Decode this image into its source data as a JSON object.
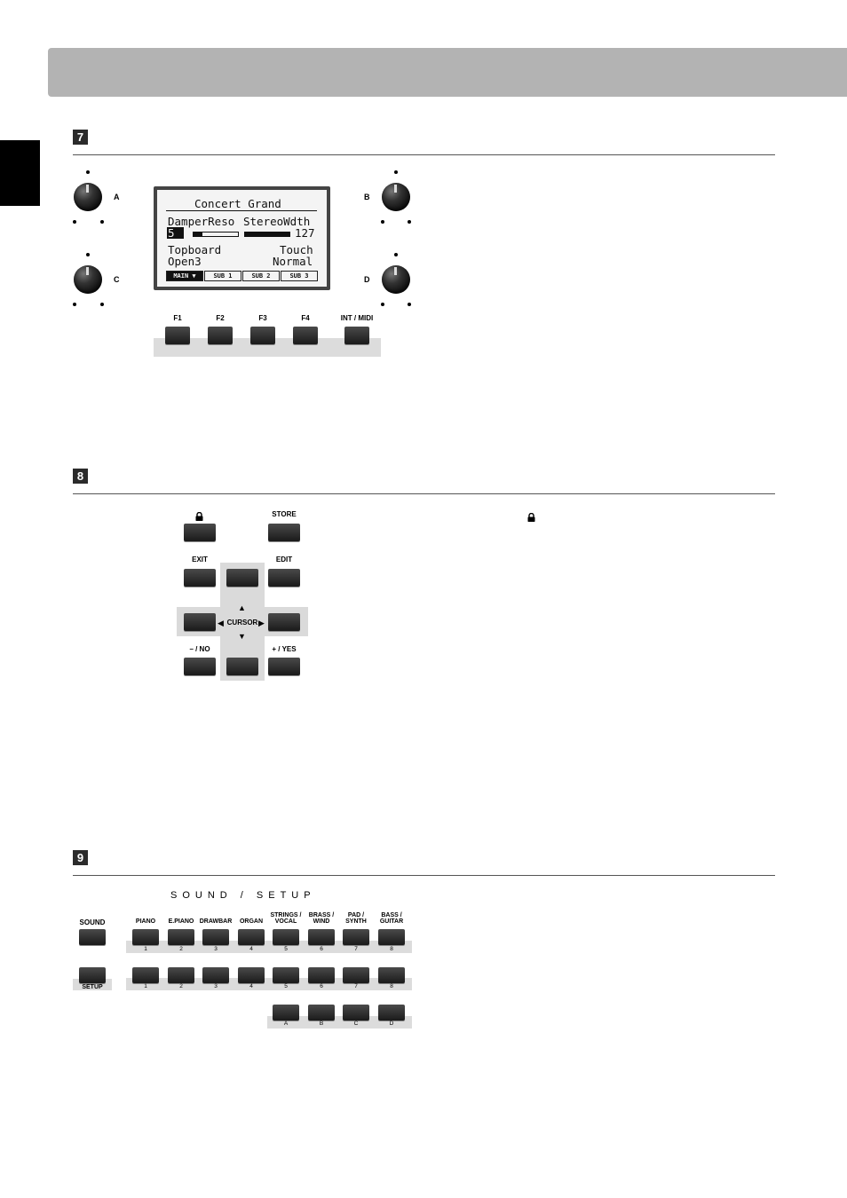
{
  "sections": {
    "s7": {
      "number": "7"
    },
    "s8": {
      "number": "8"
    },
    "s9": {
      "number": "9"
    }
  },
  "knobs": {
    "a": "A",
    "b": "B",
    "c": "C",
    "d": "D"
  },
  "lcd": {
    "title": "Concert Grand",
    "param1_name": "DamperReso",
    "param2_name": "StereoWdth",
    "param1_value": "5",
    "param1_level": 0.2,
    "param2_value": "127",
    "param2_level": 1.0,
    "param3_name": "Topboard",
    "param4_name": "Touch",
    "param3_value": "Open3",
    "param4_value": "Normal",
    "tabs": [
      "MAIN",
      "SUB 1",
      "SUB 2",
      "SUB 3"
    ]
  },
  "function_buttons": {
    "f1": "F1",
    "f2": "F2",
    "f3": "F3",
    "f4": "F4",
    "int_midi": "INT / MIDI"
  },
  "nav": {
    "lock_icon": "lock-icon",
    "store": "STORE",
    "exit": "EXIT",
    "edit": "EDIT",
    "cursor": "CURSOR",
    "no": "– / NO",
    "yes": "+ / YES"
  },
  "sound_setup": {
    "heading": "SOUND / SETUP",
    "sound": "SOUND",
    "setup": "SETUP",
    "categories": [
      {
        "line1": "PIANO",
        "line2": ""
      },
      {
        "line1": "E.PIANO",
        "line2": ""
      },
      {
        "line1": "DRAWBAR",
        "line2": ""
      },
      {
        "line1": "ORGAN",
        "line2": ""
      },
      {
        "line1": "STRINGS /",
        "line2": "VOCAL"
      },
      {
        "line1": "BRASS /",
        "line2": "WIND"
      },
      {
        "line1": "PAD /",
        "line2": "SYNTH"
      },
      {
        "line1": "BASS /",
        "line2": "GUITAR"
      }
    ],
    "row1_numbers": [
      "1",
      "2",
      "3",
      "4",
      "5",
      "6",
      "7",
      "8"
    ],
    "row2_numbers": [
      "1",
      "2",
      "3",
      "4",
      "5",
      "6",
      "7",
      "8"
    ],
    "row3_letters": [
      "A",
      "B",
      "C",
      "D"
    ]
  }
}
